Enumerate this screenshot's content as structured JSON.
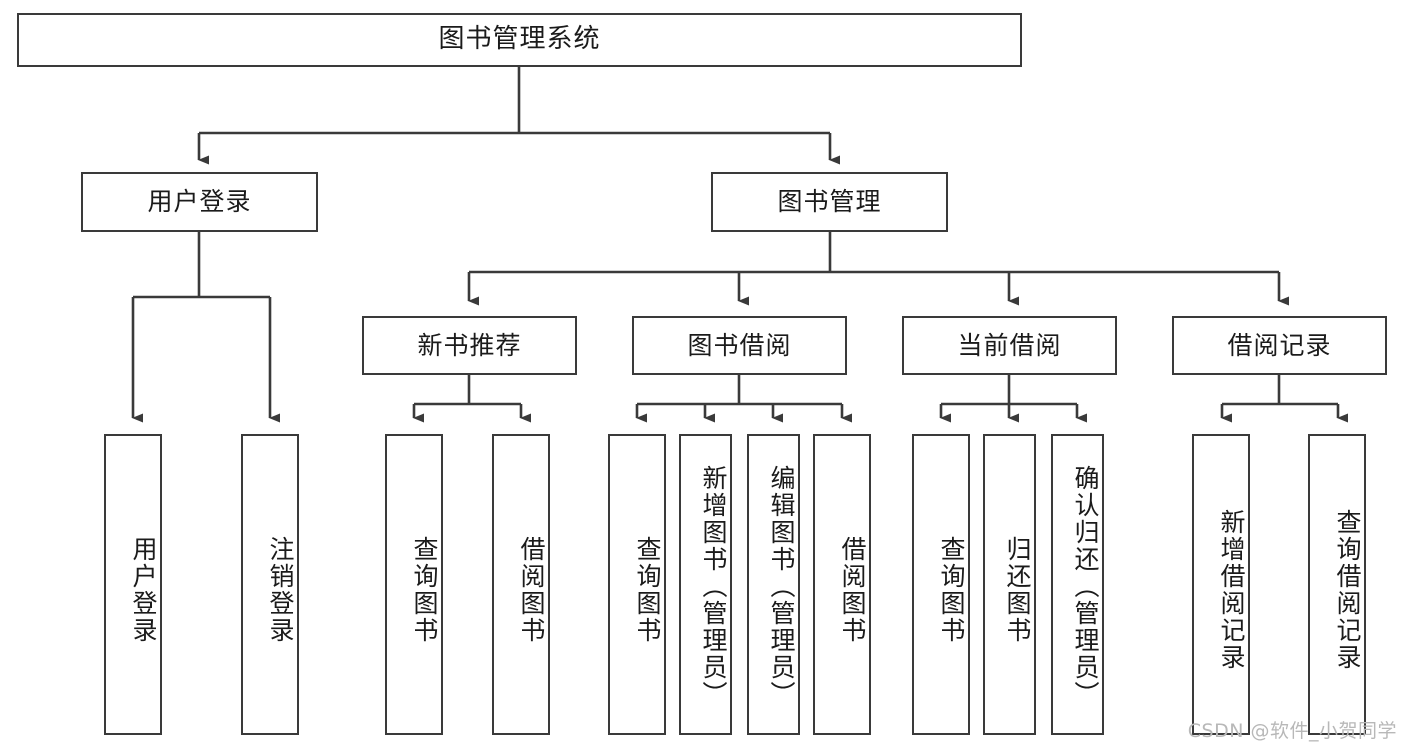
{
  "diagram": {
    "title": "图书管理系统",
    "type": "tree-hierarchy",
    "watermark": "CSDN @软件_小贺同学",
    "colors": {
      "box_border": "#3a3a3a",
      "box_fill": "#ffffff",
      "edge": "#3a3a3a",
      "text": "#1b1b1b",
      "watermark": "#b8b8b8"
    },
    "root": {
      "label": "图书管理系统"
    },
    "level2": [
      {
        "id": "user-login",
        "label": "用户登录"
      },
      {
        "id": "book-manage",
        "label": "图书管理"
      }
    ],
    "level3": [
      {
        "id": "new-book-recommend",
        "label": "新书推荐"
      },
      {
        "id": "book-borrow",
        "label": "图书借阅"
      },
      {
        "id": "current-borrow",
        "label": "当前借阅"
      },
      {
        "id": "borrow-record",
        "label": "借阅记录"
      }
    ],
    "leaves": {
      "user_login": [
        {
          "id": "leaf-user-login",
          "label": "用户登录"
        },
        {
          "id": "leaf-logout-login",
          "label": "注销登录"
        }
      ],
      "new_book_recommend": [
        {
          "id": "leaf-query-book-1",
          "label": "查询图书"
        },
        {
          "id": "leaf-borrow-book-1",
          "label": "借阅图书"
        }
      ],
      "book_borrow": [
        {
          "id": "leaf-query-book-2",
          "label": "查询图书"
        },
        {
          "id": "leaf-add-book",
          "label": "新增图书（管理员）"
        },
        {
          "id": "leaf-edit-book",
          "label": "编辑图书（管理员）"
        },
        {
          "id": "leaf-borrow-book-2",
          "label": "借阅图书"
        }
      ],
      "current_borrow": [
        {
          "id": "leaf-query-book-3",
          "label": "查询图书"
        },
        {
          "id": "leaf-return-book",
          "label": "归还图书"
        },
        {
          "id": "leaf-confirm-return",
          "label": "确认归还（管理员）"
        }
      ],
      "borrow_record": [
        {
          "id": "leaf-add-borrow-record",
          "label": "新增借阅记录"
        },
        {
          "id": "leaf-query-borrow-record",
          "label": "查询借阅记录"
        }
      ]
    }
  }
}
